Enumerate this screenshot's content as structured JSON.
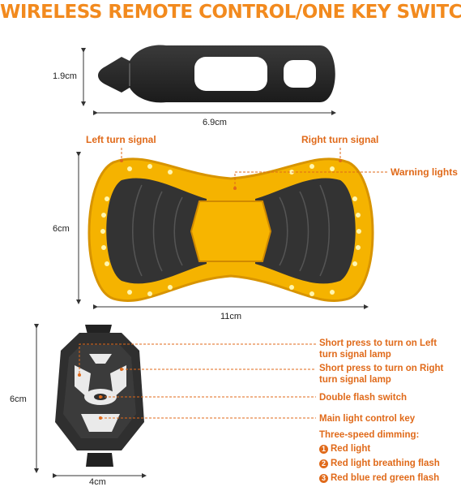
{
  "title": "WIRELESS REMOTE CONTROL/ONE KEY SWITCH",
  "strap": {
    "height": "1.9cm",
    "width": "6.9cm"
  },
  "light": {
    "height": "6cm",
    "width": "11cm",
    "left_label": "Left turn signal",
    "right_label": "Right turn signal",
    "warning_label": "Warning lights"
  },
  "remote": {
    "height": "6cm",
    "width": "4cm",
    "labels": [
      "Short press to turn on Left turn signal lamp",
      "Short press to turn on Right turn signal lamp",
      "Double flash switch",
      "Main light control key"
    ],
    "dimming_title": "Three-speed dimming:",
    "dimming_modes": [
      {
        "num": "1",
        "text": "Red light"
      },
      {
        "num": "2",
        "text": "Red light breathing flash"
      },
      {
        "num": "3",
        "text": "Red blue red green flash"
      }
    ]
  },
  "colors": {
    "accent": "#e06a1a",
    "title": "#f28a1e",
    "lamp": "#f5b300",
    "body": "#2f2f2f"
  }
}
